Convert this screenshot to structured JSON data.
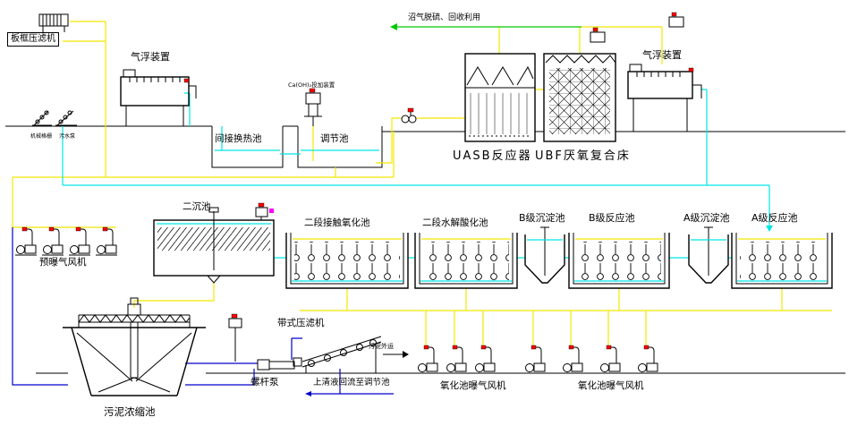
{
  "diagram": {
    "labels": {
      "plate_frame_filter_press": "板框压滤机",
      "air_flotation_left": "气浮装置",
      "mechanical_screen": "机械格栅",
      "sewage_pump": "污水泵",
      "indirect_heat_exchange_pool": "间接换热池",
      "dosing_device": "Ca(OH)₂投加装置",
      "regulation_pool": "调节池",
      "biogas_note": "沼气脱硫、回收利用",
      "uasb_reactor": "UASB反应器",
      "ubf_bed": "UBF厌氧复合床",
      "air_flotation_right": "气浮装置",
      "pre_aeration_fan": "预曝气风机",
      "secondary_clarifier": "二沉池",
      "stage2_contact_oxidation_pool": "二段接触氧化池",
      "stage2_hydrolysis_pool": "二段水解酸化池",
      "b_clarifier": "B级沉淀池",
      "b_reactor": "B级反应池",
      "a_clarifier": "A级沉淀池",
      "a_reactor": "A级反应池",
      "belt_filter_press": "带式压滤机",
      "sludge_out": "污泥外运",
      "screw_pump": "螺杆泵",
      "supernatant_return": "上清液回流至调节池",
      "oxidation_fan_left": "氧化池曝气风机",
      "oxidation_fan_right": "氧化池曝气风机",
      "sludge_thickener": "污泥浓缩池"
    },
    "colors": {
      "background": "#ffffff",
      "line": "#000000",
      "pipe_yellow": "#f2e800",
      "water_cyan": "#00e5e5",
      "gas_green": "#00c800",
      "sludge_blue": "#0000cc",
      "accent_red": "#ff0000",
      "accent_magenta": "#ff00ff"
    }
  }
}
